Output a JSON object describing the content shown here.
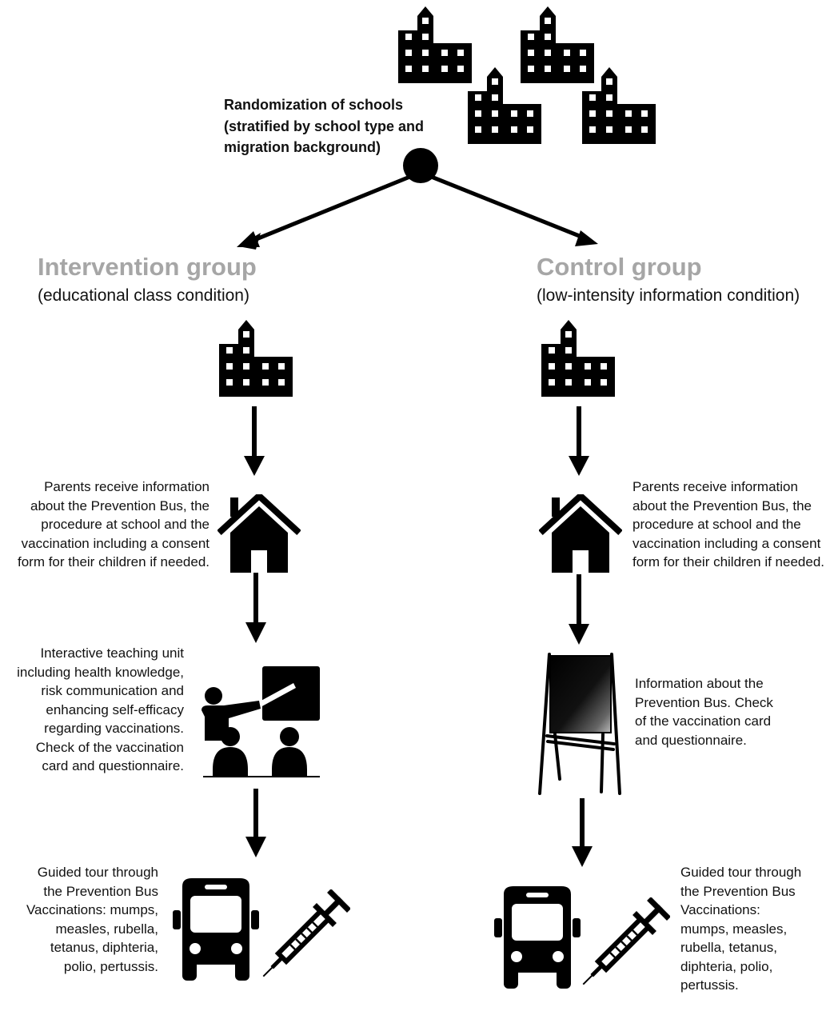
{
  "randomization": {
    "label": "Randomization of schools (stratified by school type and migration background)"
  },
  "groups": {
    "intervention": {
      "title": "Intervention group",
      "subtitle": "(educational class condition)",
      "parents_text": "Parents receive information about the Prevention Bus, the procedure at school and the vaccination including a consent form for their children if needed.",
      "teaching_text": "Interactive teaching unit including health knowledge, risk communication and enhancing self-efficacy regarding vaccinations. Check of the vaccination card and questionnaire.",
      "bus_text": "Guided tour through the Prevention Bus Vaccinations: mumps, measles, rubella, tetanus, diphteria, polio, pertussis."
    },
    "control": {
      "title": "Control group",
      "subtitle": "(low-intensity information condition)",
      "parents_text": "Parents receive information about the Prevention Bus, the procedure at school and the vaccination including a consent form for their children if needed.",
      "info_text": "Information about the Prevention Bus. Check of the vaccination card and questionnaire.",
      "bus_text": "Guided tour through the Prevention Bus Vaccinations: mumps, measles, rubella, tetanus, diphteria, polio, pertussis."
    }
  },
  "icons": [
    "school-building-icon",
    "house-icon",
    "teacher-classroom-icon",
    "blackboard-easel-icon",
    "bus-icon",
    "syringe-icon"
  ],
  "colors": {
    "title_gray": "#a6a6a6",
    "ink": "#000000"
  }
}
